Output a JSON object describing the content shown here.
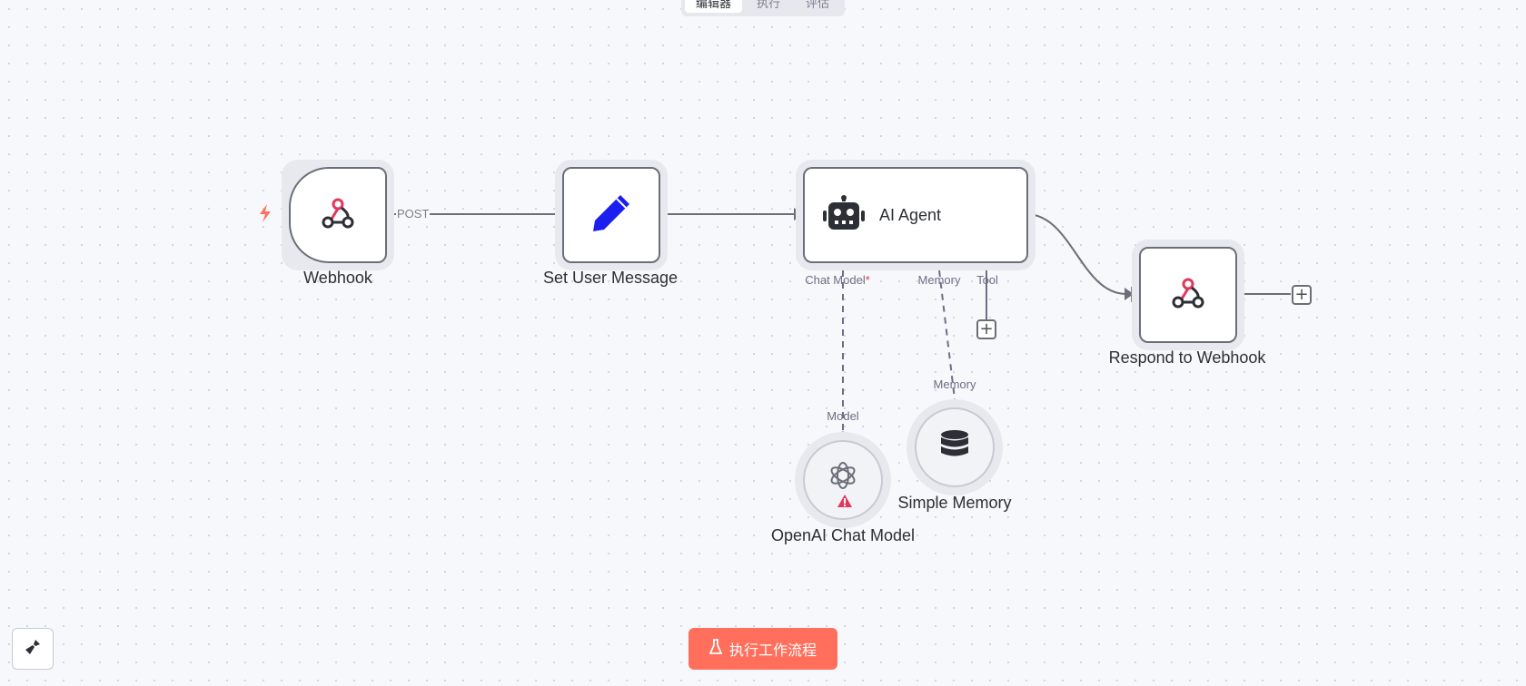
{
  "tabs": [
    {
      "label": "编辑器",
      "active": true
    },
    {
      "label": "执行",
      "active": false
    },
    {
      "label": "评估",
      "active": false
    }
  ],
  "nodes": {
    "webhook": {
      "label": "Webhook",
      "icon": "webhook-icon"
    },
    "set_user_message": {
      "label": "Set User Message",
      "icon": "pencil-icon"
    },
    "ai_agent": {
      "label": "AI Agent",
      "icon": "robot-icon",
      "ports": {
        "chat_model": "Chat Model",
        "chat_model_required": "*",
        "memory": "Memory",
        "tool": "Tool"
      }
    },
    "respond_to_webhook": {
      "label": "Respond to Webhook",
      "icon": "webhook-icon"
    },
    "openai_chat_model": {
      "label": "OpenAI Chat Model",
      "port": "Model",
      "icon": "openai-icon",
      "warning": "warning-icon"
    },
    "simple_memory": {
      "label": "Simple Memory",
      "port": "Memory",
      "icon": "database-icon"
    }
  },
  "edges": {
    "webhook_output_label": "POST"
  },
  "toolbar": {
    "run_label": "执行工作流程",
    "run_icon": "flask-icon",
    "clean_icon": "broom-icon"
  },
  "colors": {
    "run": "#ff6f5c",
    "webhook_red": "#e3365b",
    "pencil_blue": "#1a1ef0",
    "port_purple": "#7a82b8",
    "trigger_bolt": "#ff6f5c"
  }
}
